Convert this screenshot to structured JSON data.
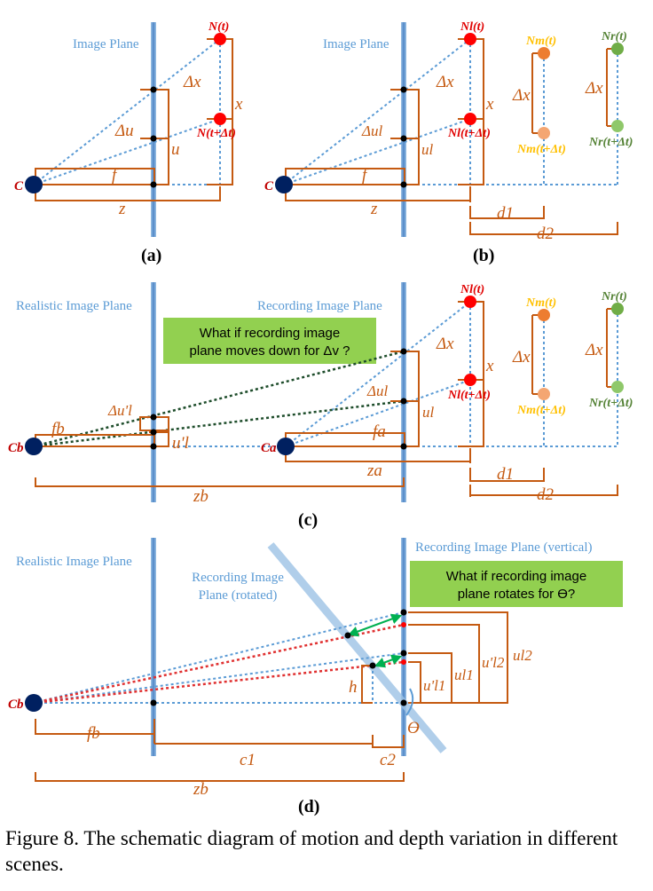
{
  "caption": "Figure 8. The schematic diagram of motion and depth variation in different scenes.",
  "panels": {
    "a": {
      "label": "(a)",
      "plane": "Image Plane",
      "camera": "C",
      "n_t": "N(t)",
      "n_tdt": "N(t+Δt)",
      "dx": "Δx",
      "x": "x",
      "du": "Δu",
      "u": "u",
      "f": "f",
      "z": "z"
    },
    "b": {
      "label": "(b)",
      "plane": "Image Plane",
      "camera": "C",
      "nl_t": "Nl(t)",
      "nl_tdt": "Nl(t+Δt)",
      "nm_t": "Nm(t)",
      "nm_tdt": "Nm(t+Δt)",
      "nr_t": "Nr(t)",
      "nr_tdt": "Nr(t+Δt)",
      "dx": "Δx",
      "x": "x",
      "du": "Δul",
      "u": "ul",
      "f": "f",
      "z": "z",
      "d1": "d1",
      "d2": "d2"
    },
    "c": {
      "label": "(c)",
      "realistic_plane": "Realistic Image Plane",
      "recording_plane": "Recording Image Plane",
      "note_line1": "What if recording image",
      "note_line2": "plane moves down for Δv ?",
      "cam_b": "Cb",
      "cam_a": "Ca",
      "nl_t": "Nl(t)",
      "nl_tdt": "Nl(t+Δt)",
      "nm_t": "Nm(t)",
      "nm_tdt": "Nm(t+Δt)",
      "nr_t": "Nr(t)",
      "nr_tdt": "Nr(t+Δt)",
      "du_prime": "Δu'l",
      "u_prime": "u'l",
      "du": "Δul",
      "u": "ul",
      "fb": "fb",
      "fa": "fa",
      "za": "za",
      "zb": "zb",
      "x": "x",
      "dx": "Δx",
      "d1": "d1",
      "d2": "d2"
    },
    "d": {
      "label": "(d)",
      "realistic_plane": "Realistic Image Plane",
      "rotated_plane_line1": "Recording Image",
      "rotated_plane_line2": "Plane (rotated)",
      "vertical_plane": "Recording Image  Plane (vertical)",
      "note_line1": "What if recording image",
      "note_line2": "plane rotates for ϴ?",
      "cam_b": "Cb",
      "fb": "fb",
      "c1": "c1",
      "c2": "c2",
      "zb": "zb",
      "h": "h",
      "theta": "ϴ",
      "u_prime_11": "u'l1",
      "u_11": "ul1",
      "u_prime_12": "u'l2",
      "u_12": "ul2"
    }
  },
  "colors": {
    "plane": "#5b9bd5",
    "bracket": "#c55a11",
    "node_red": "#ff0000",
    "node_orange": "#ed7d31",
    "node_green": "#70ad47",
    "camera": "#002060",
    "note_bg": "#92d050"
  }
}
